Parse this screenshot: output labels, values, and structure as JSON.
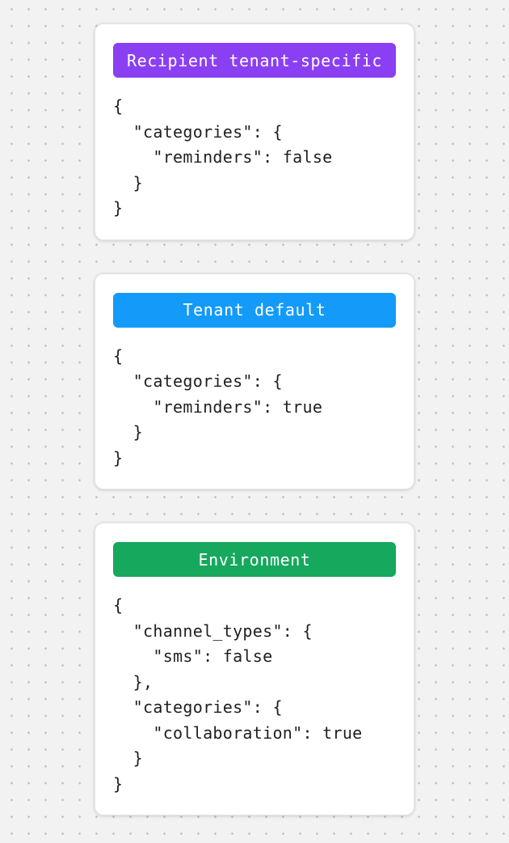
{
  "canvas": {
    "background": "#f2f2f2",
    "dot_color": "#c4c4c4"
  },
  "cards": [
    {
      "badge": {
        "label": "Recipient tenant-specific",
        "color": "#8b3ff2"
      },
      "code": "{\n  \"categories\": {\n    \"reminders\": false\n  }\n}"
    },
    {
      "badge": {
        "label": "Tenant default",
        "color": "#149af9"
      },
      "code": "{\n  \"categories\": {\n    \"reminders\": true\n  }\n}"
    },
    {
      "badge": {
        "label": "Environment",
        "color": "#16a85d"
      },
      "code": "{\n  \"channel_types\": {\n    \"sms\": false\n  },\n  \"categories\": {\n    \"collaboration\": true\n  }\n}"
    }
  ]
}
